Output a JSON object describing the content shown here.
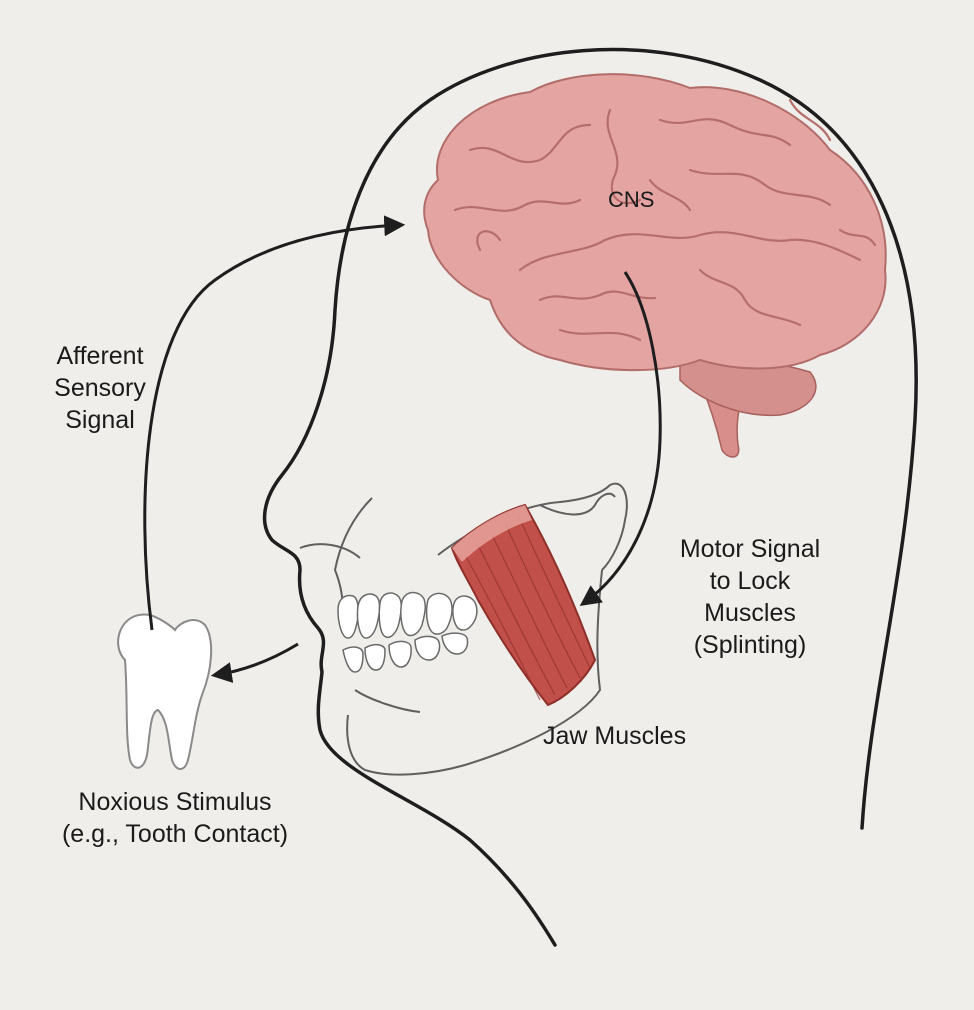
{
  "colors": {
    "background": "#efeeea",
    "outline": "#1e1e1e",
    "brain": "#e3a4a2",
    "brain_fold": "#b56e6b",
    "muscle": "#c2504a",
    "tooth": "#ffffff"
  },
  "icons": [
    "brain-icon",
    "skull-icon",
    "jaw-muscle-icon",
    "tooth-icon",
    "arrow-icon"
  ],
  "labels": {
    "cns": "CNS",
    "afferent": [
      "Afferent",
      "Sensory",
      "Signal"
    ],
    "motor": [
      "Motor Signal",
      "to Lock",
      "Muscles",
      "(Splinting)"
    ],
    "jaw_muscles": "Jaw Muscles",
    "stimulus": [
      "Noxious Stimulus",
      "(e.g., Tooth Contact)"
    ]
  }
}
